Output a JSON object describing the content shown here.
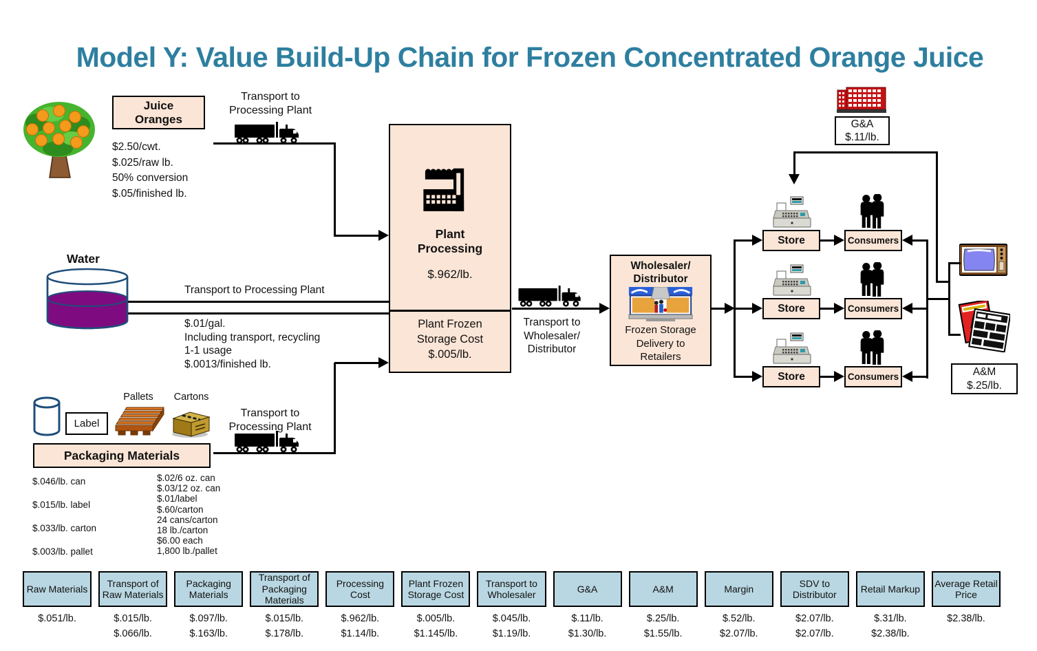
{
  "title": "Model Y: Value Build-Up Chain for Frozen Concentrated Orange Juice",
  "colors": {
    "title_text": "#2E7F9F",
    "process_box_fill": "#FBE5D6",
    "cost_box_fill": "#B9D7E2",
    "water_fill": "#7E0C80",
    "line": "#000000"
  },
  "juice": {
    "box_label": "Juice\nOranges",
    "costs": [
      "$2.50/cwt.",
      "$.025/raw lb.",
      "50% conversion",
      "$.05/finished lb."
    ],
    "transport_label": "Transport to\nProcessing Plant"
  },
  "water": {
    "label": "Water",
    "transport_label": "Transport to Processing Plant",
    "costs": [
      "$.01/gal.",
      "Including transport, recycling",
      "1-1 usage",
      "$.0013/finished lb."
    ]
  },
  "packaging": {
    "label_box": "Label",
    "pallets_label": "Pallets",
    "cartons_label": "Cartons",
    "box_label": "Packaging Materials",
    "transport_label": "Transport to\nProcessing Plant",
    "unit_costs": [
      "$.046/lb. can",
      "$.015/lb. label",
      "$.033/lb. carton",
      "$.003/lb. pallet"
    ],
    "detail_costs": [
      "$.02/6 oz. can",
      "$.03/12 oz. can",
      "$.01/label",
      "$.60/carton",
      "24 cans/carton",
      "18 lb./carton",
      "$6.00 each",
      "1,800 lb./pallet"
    ]
  },
  "plant": {
    "title": "Plant\nProcessing",
    "cost": "$.962/lb.",
    "frozen_storage": "Plant Frozen\nStorage Cost\n$.005/lb."
  },
  "wholesaler": {
    "title": "Wholesaler/\nDistributor",
    "subtitle": "Frozen Storage\nDelivery to\nRetailers",
    "transport_label": "Transport to\nWholesaler/\nDistributor"
  },
  "retail": {
    "store_label": "Store",
    "consumers_label": "Consumers"
  },
  "gna": {
    "label": "G&A",
    "cost": "$.11/lb."
  },
  "am": {
    "label": "A&M",
    "cost": "$.25/lb."
  },
  "bottom_row": {
    "items": [
      {
        "label": "Raw Materials",
        "values": [
          "$.051/lb."
        ]
      },
      {
        "label": "Transport of Raw Materials",
        "values": [
          "$.015/lb.",
          "$.066/lb."
        ]
      },
      {
        "label": "Packaging Materials",
        "values": [
          "$.097/lb.",
          "$.163/lb."
        ]
      },
      {
        "label": "Transport of Packaging Materials",
        "values": [
          "$.015/lb.",
          "$.178/lb."
        ]
      },
      {
        "label": "Processing Cost",
        "values": [
          "$.962/lb.",
          "$1.14/lb."
        ]
      },
      {
        "label": "Plant Frozen Storage Cost",
        "values": [
          "$.005/lb.",
          "$1.145/lb."
        ]
      },
      {
        "label": "Transport to Wholesaler",
        "values": [
          "$.045/lb.",
          "$1.19/lb."
        ]
      },
      {
        "label": "G&A",
        "values": [
          "$.11/lb.",
          "$1.30/lb."
        ]
      },
      {
        "label": "A&M",
        "values": [
          "$.25/lb.",
          "$1.55/lb."
        ]
      },
      {
        "label": "Margin",
        "values": [
          "$.52/lb.",
          "$2.07/lb."
        ]
      },
      {
        "label": "SDV to Distributor",
        "values": [
          "$2.07/lb.",
          "$2.07/lb."
        ]
      },
      {
        "label": "Retail Markup",
        "values": [
          "$.31/lb.",
          "$2.38/lb."
        ]
      },
      {
        "label": "Average Retail Price",
        "values": [
          "$2.38/lb."
        ]
      }
    ]
  }
}
